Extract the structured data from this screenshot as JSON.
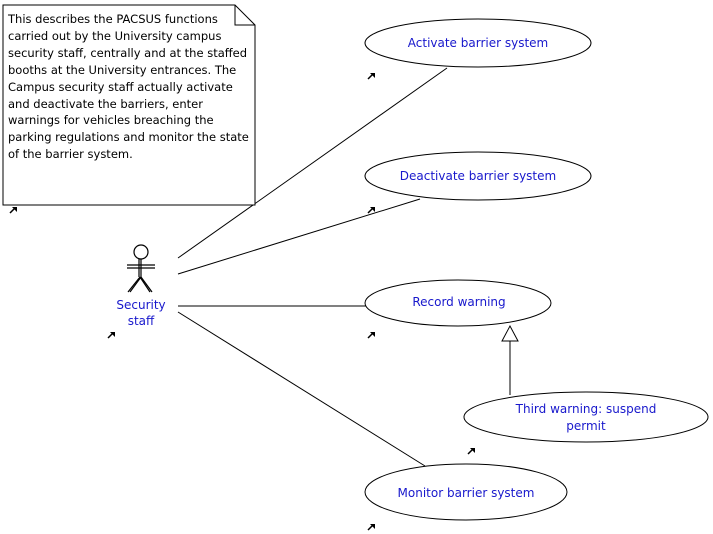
{
  "diagram": {
    "note": {
      "text": "This describes the PACSUS functions carried out by the University campus security staff, centrally and at the staffed booths at the University entrances. The Campus security staff actually activate and deactivate the barriers, enter warnings for vehicles breaching the parking regulations and monitor the state of the barrier system."
    },
    "actor": {
      "label_line1": "Security",
      "label_line2": "staff"
    },
    "use_cases": [
      {
        "label": "Activate barrier system"
      },
      {
        "label": "Deactivate barrier system"
      },
      {
        "label": "Record warning"
      },
      {
        "label": "Third warning: suspend permit"
      },
      {
        "label": "Monitor barrier system"
      }
    ],
    "relationships": [
      {
        "type": "association",
        "from": "Security staff",
        "to": "Activate barrier system"
      },
      {
        "type": "association",
        "from": "Security staff",
        "to": "Deactivate barrier system"
      },
      {
        "type": "association",
        "from": "Security staff",
        "to": "Record warning"
      },
      {
        "type": "association",
        "from": "Security staff",
        "to": "Monitor barrier system"
      },
      {
        "type": "generalization",
        "from": "Third warning: suspend permit",
        "to": "Record warning"
      }
    ],
    "colors": {
      "label_blue": "#1818cc",
      "line": "#000000",
      "fill": "#ffffff"
    },
    "icons": [
      "link-arrow-icon",
      "actor-stick-figure-icon",
      "generalization-arrowhead-icon"
    ]
  }
}
